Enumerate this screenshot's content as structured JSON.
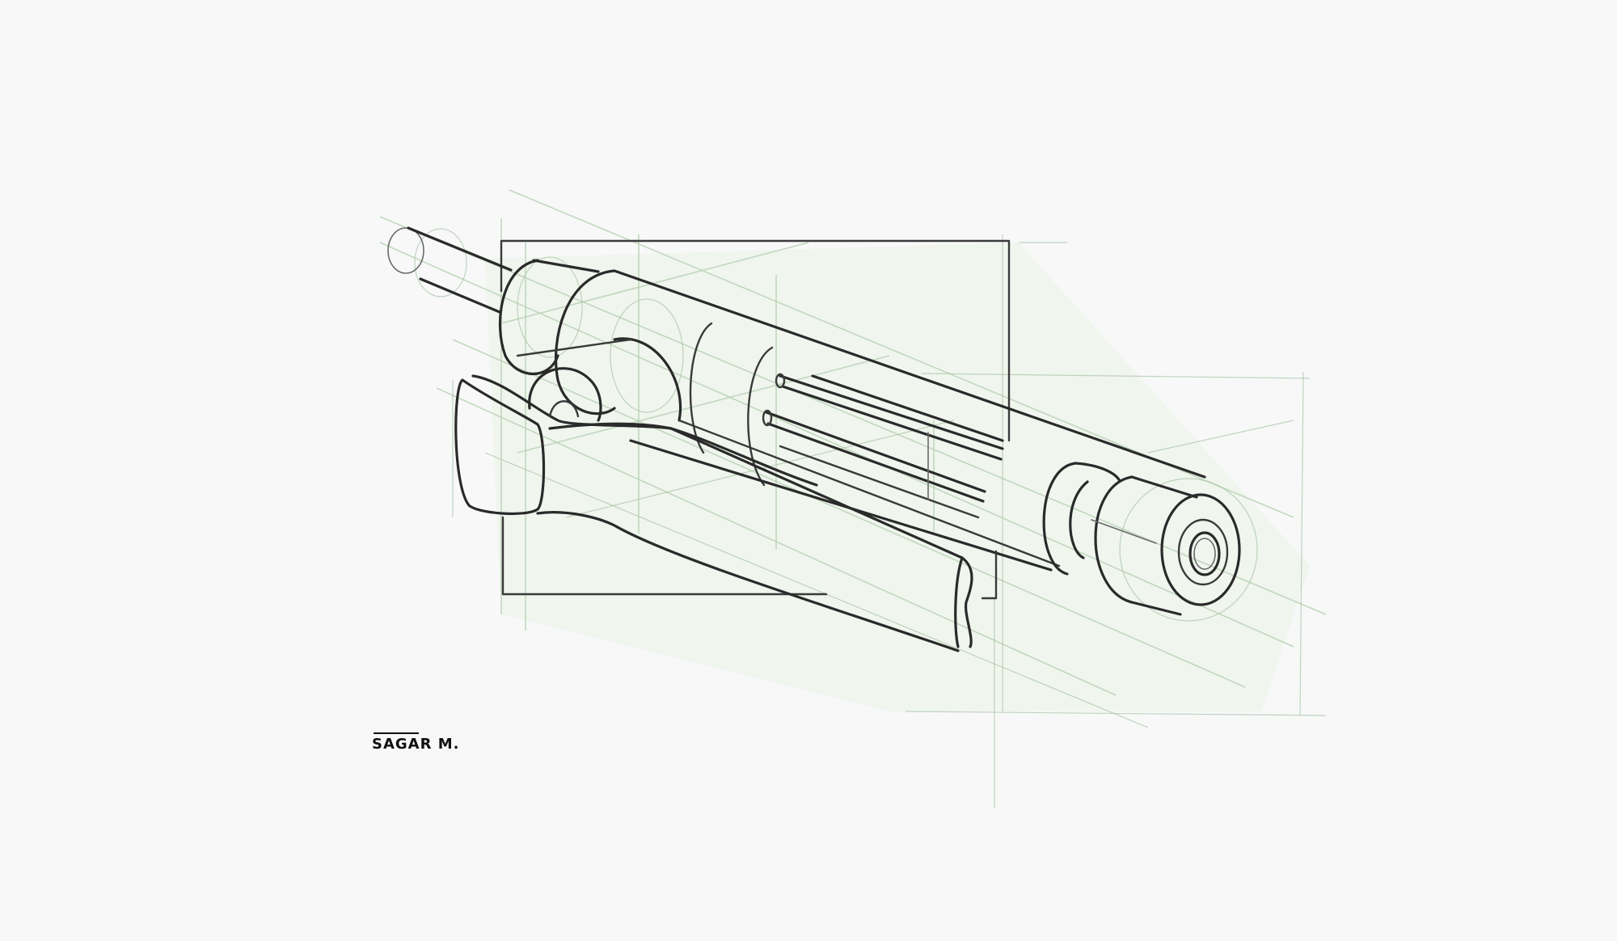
{
  "artwork": {
    "type": "pencil perspective sketch",
    "subject": "mechanical assembly: tube rod, cylindrical barrel with grooves, end cap, and lever arm",
    "background_color": "#f8f8f9",
    "ink_color": "#2a2a2a",
    "guide_color": "#b9d2b4"
  },
  "signature": {
    "text": "SAGAR M."
  }
}
